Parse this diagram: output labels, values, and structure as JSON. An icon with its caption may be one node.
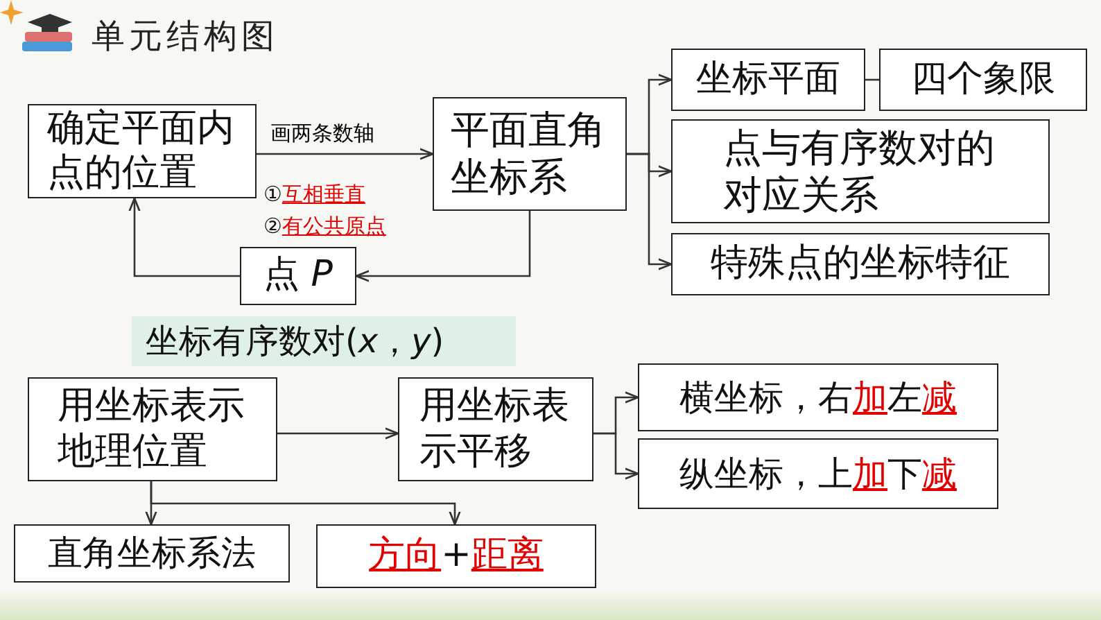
{
  "diagram": {
    "title": "单元结构图",
    "nodes": [
      {
        "text": [
          "确定平面内点的位置"
        ]
      },
      {
        "text": [
          "平面直角坐标系"
        ]
      },
      {
        "text": [
          "点 *P*"
        ]
      },
      {
        "text": [
          "坐标平面"
        ]
      },
      {
        "text": [
          "四个象限"
        ]
      },
      {
        "text": [
          "点与有序数对的对应关系"
        ]
      },
      {
        "text": [
          "特殊点的坐标特征"
        ]
      },
      {
        "text": [
          "坐标有序数对(*x*，*y*)"
        ]
      },
      {
        "text": [
          "用坐标表示地理位置"
        ]
      },
      {
        "text": [
          "用坐标表示平移"
        ]
      },
      {
        "text": [
          "横坐标，右**加**左**减**"
        ]
      },
      {
        "text": [
          "纵坐标，上**加**下**减**"
        ]
      },
      {
        "text": [
          "直角坐标系法"
        ]
      },
      {
        "text": [
          "**方向**+**距离**"
        ]
      }
    ],
    "edges": [
      {
        "from": 0,
        "to": 1,
        "arrow": "to",
        "label": "画两条数轴"
      },
      {
        "from": 1,
        "to": 2,
        "arrow": "to"
      },
      {
        "from": 2,
        "to": 0,
        "arrow": "to"
      },
      {
        "from": 1,
        "to": 3,
        "arrow": "to"
      },
      {
        "from": 1,
        "to": 5,
        "arrow": "to"
      },
      {
        "from": 1,
        "to": 6,
        "arrow": "to"
      },
      {
        "from": 3,
        "to": 4,
        "arrow": "none"
      },
      {
        "from": 8,
        "to": 9,
        "arrow": "to"
      },
      {
        "from": 9,
        "to": 10,
        "arrow": "to"
      },
      {
        "from": 9,
        "to": 11,
        "arrow": "to"
      },
      {
        "from": 8,
        "to": 12,
        "arrow": "to"
      },
      {
        "from": 8,
        "to": 13,
        "arrow": "to"
      }
    ],
    "labels": [
      "①**互相垂直**",
      "②**有公共原点**"
    ]
  }
}
